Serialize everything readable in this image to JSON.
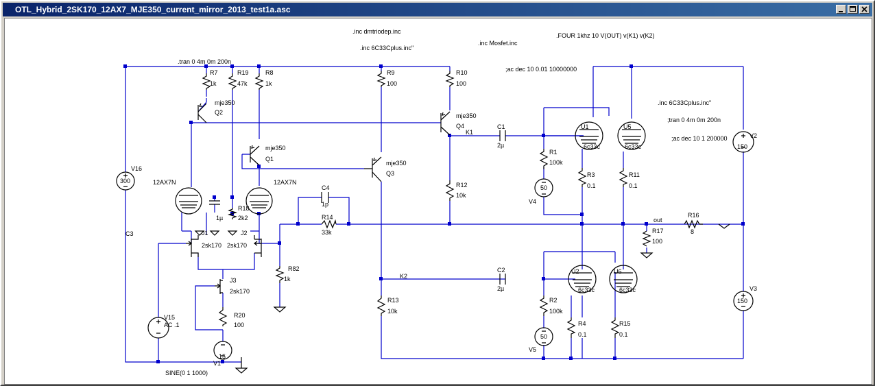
{
  "window": {
    "title": "OTL_Hybrid_2SK170_12AX7_MJE350_current_mirror_2013_test1a.asc"
  },
  "directives": {
    "inc_dmtriodep": ".inc dmtriodep.inc",
    "inc_6c33c_top": ".inc 6C33Cplus.inc\"",
    "inc_mosfet": ".inc Mosfet.inc",
    "four": ".FOUR 1khz 10 V(OUT) v(K1) v(K2)",
    "tran_main": ".tran 0 4m 0m 200n",
    "ac_main": ";ac dec 10 0.01 10000000",
    "inc_6c33c_right": ".inc 6C33Cplus.inc\"",
    "tran_comment": ";tran 0 4m 0m 200n",
    "ac_comment": ";ac dec 10 1 200000"
  },
  "labels": {
    "R7": "R7",
    "R7v": "1k",
    "R19": "R19",
    "R19v": "47k",
    "R8": "R8",
    "R8v": "1k",
    "R9": "R9",
    "R9v": "100",
    "R10": "R10",
    "R10v": "100",
    "Q2m": "mje350",
    "Q2": "Q2",
    "Q1m": "mje350",
    "Q1": "Q1",
    "Q3m": "mje350",
    "Q3": "Q3",
    "Q4m": "mje350",
    "Q4": "Q4",
    "K1": "K1",
    "K2": "K2",
    "C1": "C1",
    "C1v": "2µ",
    "C2": "C2",
    "C2v": "2µ",
    "V16": "V16",
    "V16v": "300",
    "T1": "12AX7N",
    "T2": "12AX7N",
    "C4": "C4",
    "C4v": "1p",
    "R14": "R14",
    "R14v": "33k",
    "R12": "R12",
    "R12v": "10k",
    "R18": "R18",
    "R18v": "2k2",
    "C5v": "1µ",
    "C3": "C3",
    "J1": "J1",
    "J1m": "2sk170",
    "J2": "J2",
    "J2m": "2sk170",
    "J3": "J3",
    "J3m": "2sk170",
    "R82": "R82",
    "R82v": "1k",
    "R13": "R13",
    "R13v": "10k",
    "R20": "R20",
    "R20v": "100",
    "V15": "V15",
    "V15v": "AC .1",
    "V1": "V1",
    "V1v": "15",
    "sine": "SINE(0 1 1000)",
    "U1": "U1",
    "U1m": "6c33c",
    "U5": "U5",
    "U5m": "6c33c",
    "U2": "U2",
    "U2m": "6c33c",
    "U6": "U6",
    "U6m": "6c33c",
    "R1": "R1",
    "R1v": "100k",
    "R2": "R2",
    "R2v": "100k",
    "R3": "R3",
    "R3v": "0.1",
    "R11": "R11",
    "R11v": "0.1",
    "R4": "R4",
    "R4v": "0.1",
    "R15": "R15",
    "R15v": "0.1",
    "V4": "V4",
    "V4v": "50",
    "V5": "V5",
    "V5v": "50",
    "out": "out",
    "R17": "R17",
    "R17v": "100",
    "R16": "R16",
    "R16v": "8",
    "V2": "V2",
    "V2v": "150",
    "V3": "V3",
    "V3v": "150"
  }
}
